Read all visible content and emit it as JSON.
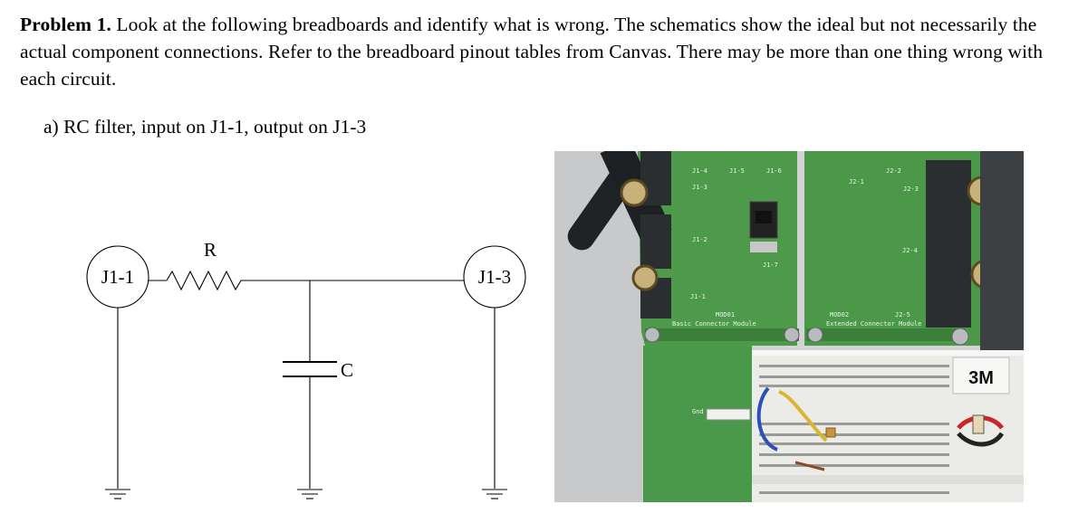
{
  "problem": {
    "heading": "Problem 1.",
    "text": "Look at the following breadboards and identify what is wrong. The schematics show the ideal but not necessarily the actual component connections. Refer to the breadboard pinout tables from Canvas. There may be more than one thing wrong with each circuit."
  },
  "part_a": {
    "label": "a)",
    "description": "RC filter, input on J1-1, output on J1-3"
  },
  "schematic": {
    "input_node": "J1-1",
    "output_node": "J1-3",
    "resistor_label": "R",
    "capacitor_label": "C"
  },
  "photo": {
    "left_board": {
      "part_number": "MOD01",
      "name": "Basic Connector Module",
      "connectors": [
        "J1-1",
        "J1-2",
        "J1-3",
        "J1-4",
        "J1-5",
        "J1-6",
        "J1-7"
      ],
      "gnd_label": "Gnd"
    },
    "right_board": {
      "part_number": "MOD02",
      "name": "Extended Connector Module",
      "connectors": [
        "J2-1",
        "J2-2",
        "J2-3",
        "J2-4",
        "J2-5"
      ]
    },
    "tape_logo": "3M"
  }
}
